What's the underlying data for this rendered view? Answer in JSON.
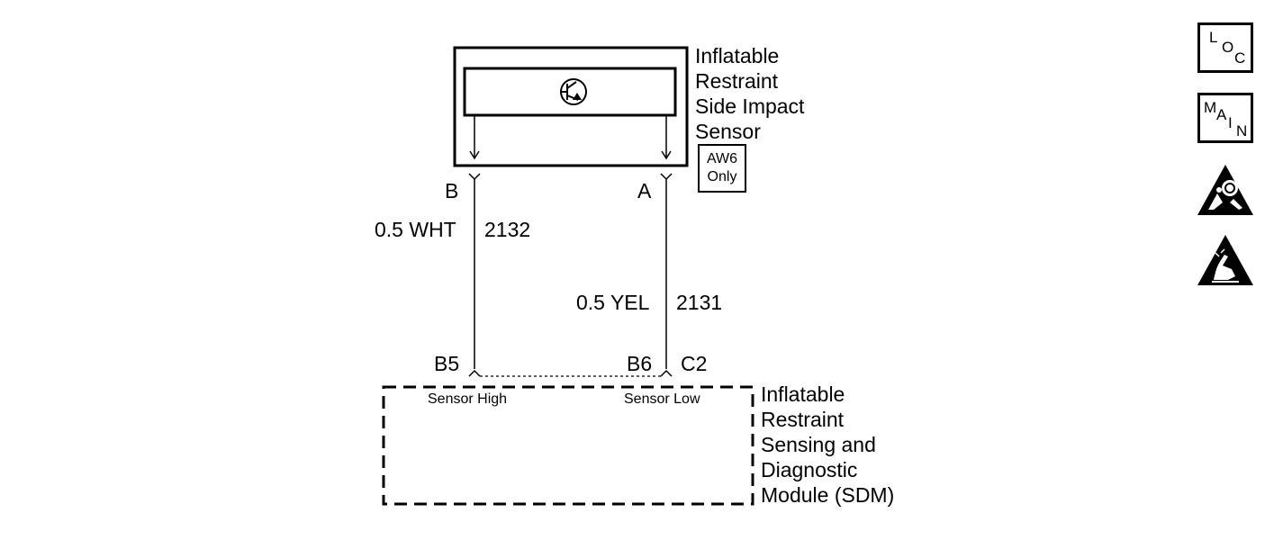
{
  "sensor": {
    "name": "Inflatable\nRestraint\nSide Impact\nSensor",
    "option": [
      "AW6",
      "Only"
    ],
    "pin_b": "B",
    "pin_a": "A"
  },
  "wires": [
    {
      "gauge_color": "0.5 WHT",
      "circuit": "2132"
    },
    {
      "gauge_color": "0.5 YEL",
      "circuit": "2131"
    }
  ],
  "sdm": {
    "name": "Inflatable\nRestraint\nSensing and\nDiagnostic\nModule (SDM)",
    "pin_high": "B5",
    "pin_low_1": "B6",
    "pin_low_2": "C2",
    "high_label": "Sensor High",
    "low_label": "Sensor Low"
  },
  "side_icons": {
    "loc": [
      "L",
      "O",
      "C"
    ],
    "main": [
      "M",
      "A",
      "I",
      "N"
    ],
    "icon_names": [
      "airbag-warning-icon",
      "esd-warning-icon"
    ]
  }
}
